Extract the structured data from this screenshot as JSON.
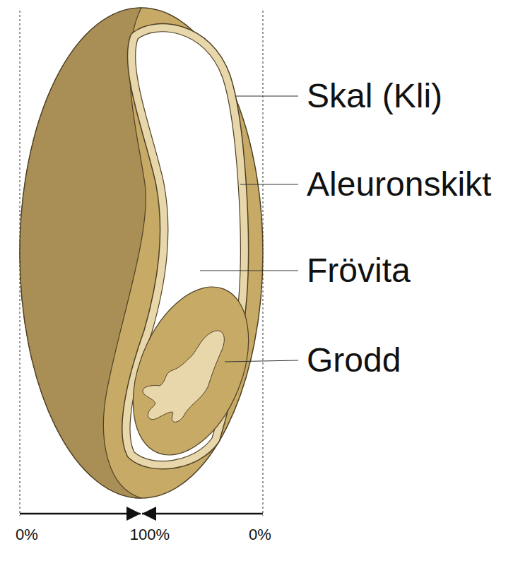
{
  "diagram": {
    "labels": [
      "Skal (Kli)",
      "Aleuronskikt",
      "Frövita",
      "Grodd",
      "0%",
      "100%",
      "0%"
    ]
  }
}
